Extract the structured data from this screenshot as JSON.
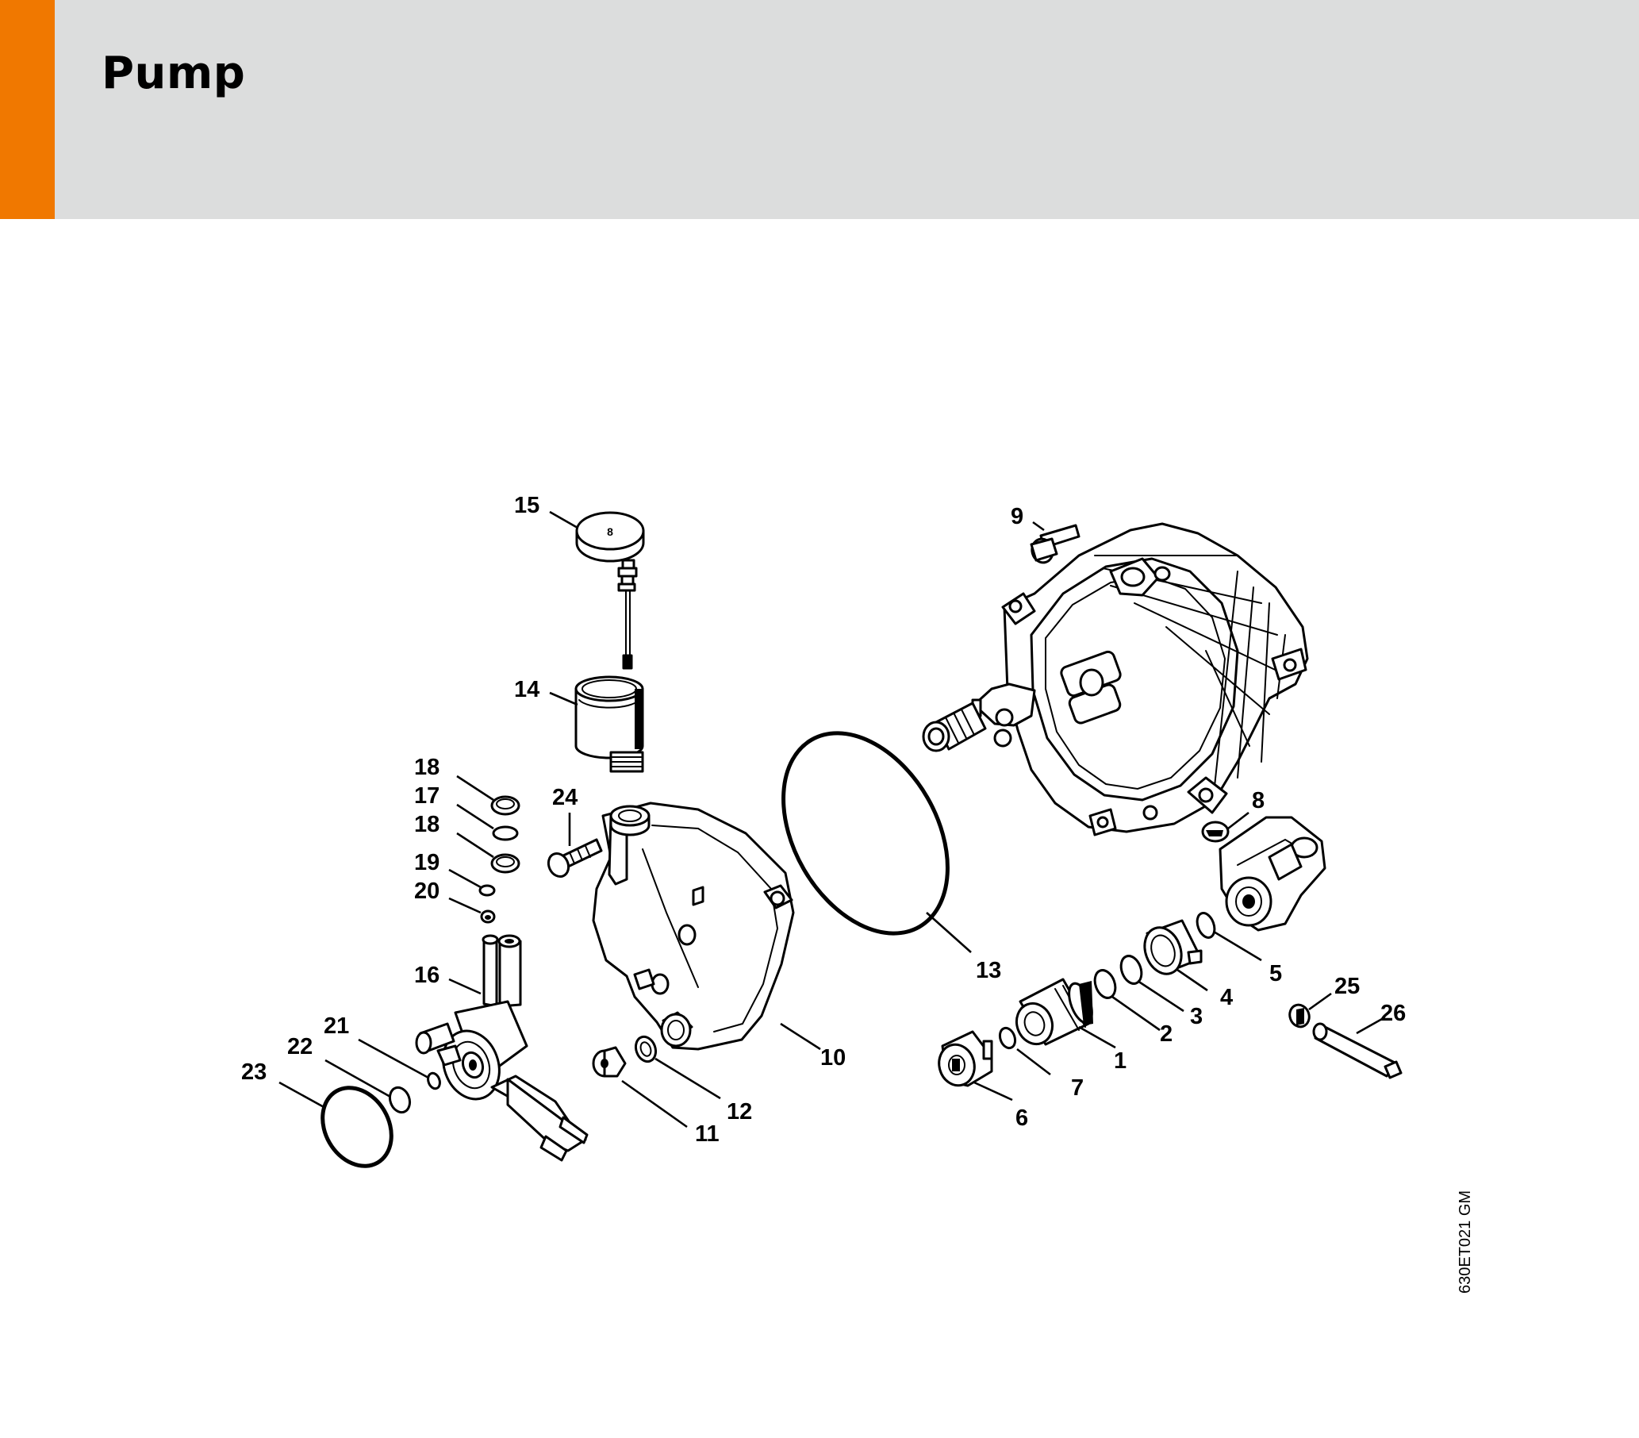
{
  "header": {
    "title": "Pump",
    "accent_color": "#f07800",
    "background_color": "#dcdddd"
  },
  "diagram": {
    "labels": [
      "1",
      "2",
      "3",
      "4",
      "5",
      "6",
      "7",
      "8",
      "9",
      "10",
      "11",
      "12",
      "13",
      "14",
      "15",
      "16",
      "17",
      "18",
      "18",
      "19",
      "20",
      "21",
      "22",
      "23",
      "24",
      "25",
      "26"
    ],
    "knob_marking": "8"
  },
  "figure_code": "630ET021 GM"
}
